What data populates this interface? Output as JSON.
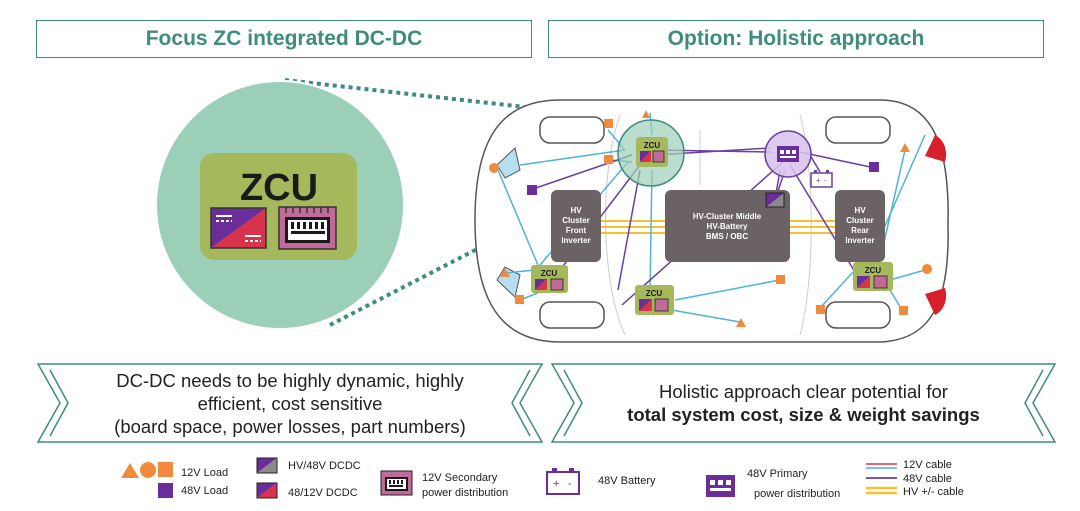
{
  "colors": {
    "teal": "#3d8c7e",
    "zcu_green": "#a5b85c",
    "load_orange": "#f08a3c",
    "load_purple": "#6b2d9a",
    "cable_blue": "#4fb4d4",
    "cable_purple": "#6b3fa0",
    "hv_orange": "#f5c034",
    "dcdc_red": "#d8334a",
    "cluster_gray": "#6a6264"
  },
  "headers": {
    "left": "Focus ZC integrated DC-DC",
    "right": "Option: Holistic approach"
  },
  "zoom": {
    "label": "ZCU"
  },
  "car": {
    "zcu_label": "ZCU",
    "clusters": {
      "front": [
        "HV",
        "Cluster",
        "Front",
        "Inverter"
      ],
      "middle": [
        "HV-Cluster Middle",
        "HV-Battery",
        "BMS / OBC"
      ],
      "rear": [
        "HV",
        "Cluster",
        "Rear",
        "Inverter"
      ]
    },
    "battery_terminals": {
      "plus": "+",
      "minus": "-"
    }
  },
  "bottom": {
    "left": {
      "line1": "DC-DC needs to be highly dynamic, highly",
      "line2": "efficient, cost sensitive",
      "line3": "(board space, power losses, part numbers)"
    },
    "right": {
      "line1": "Holistic approach clear potential for",
      "line2": "total system cost, size & weight savings"
    }
  },
  "legend": {
    "load_12v": "12V Load",
    "load_48v": "48V Load",
    "hv_48v_dcdc": "HV/48V DCDC",
    "dcdc_48_12": "48/12V DCDC",
    "secondary_1": "12V Secondary",
    "secondary_2": "power distribution",
    "battery_48v": "48V Battery",
    "primary_1": "48V Primary",
    "primary_2": "power distribution",
    "cable_12v": "12V cable",
    "cable_48v": "48V cable",
    "cable_hv": "HV +/- cable"
  }
}
